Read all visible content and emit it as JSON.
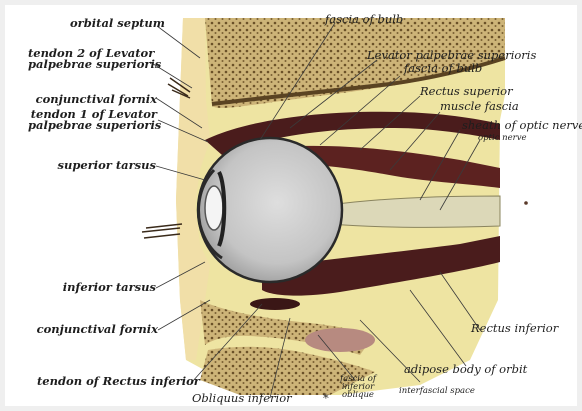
{
  "labels": {
    "orbital_septum": "orbital septum",
    "tendon2_line1": "tendon 2 of Levator",
    "tendon2_line2": "palpebrae superioris",
    "conjunctival_fornix_top": "conjunctival fornix",
    "tendon1_line1": "tendon 1 of Levator",
    "tendon1_line2": "palpebrae superioris",
    "superior_tarsus": "superior tarsus",
    "inferior_tarsus": "inferior tarsus",
    "conjunctival_fornix_bottom": "conjunctival fornix",
    "tendon_rectus_inferior": "tendon of Rectus inferior",
    "obliquus_inferior": "Obliquus inferior",
    "fascia_inferior_line1": "fascia of",
    "fascia_inferior_line2": "inferior",
    "fascia_inferior_line3": "oblique",
    "interfascial_space": "interfascial space",
    "adipose_body": "adipose body of orbit",
    "rectus_inferior": "Rectus inferior",
    "fascia_of_bulb_top": "fascia of bulb",
    "levator_line1": "Levator palpebrae superioris",
    "levator_line2": "fascia of bulb",
    "rectus_superior_line1": "Rectus superior",
    "rectus_superior_line2": "muscle fascia",
    "sheath_optic_nerve": "sheath of optic nerve",
    "optic_nerve": "optic nerve",
    "asterisk": "*"
  },
  "colors": {
    "background": "#efefef",
    "frame": "#ffffff",
    "fat_yellow": "#eee4a2",
    "bone_tan": "#cdb478",
    "bone_dark": "#5a4322",
    "muscle_dark": "#4a1c1c",
    "muscle_red": "#7a2c2a",
    "sclera": "#eeeeec",
    "eye_interior": "#c9c9c9",
    "nerve": "#dcd8b8",
    "lid_skin": "#f1dfa8",
    "leader_line": "#3a3a3a"
  }
}
